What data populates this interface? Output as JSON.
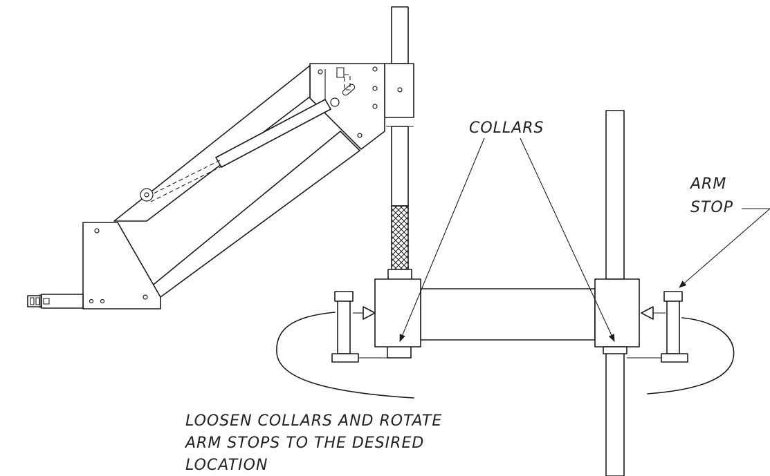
{
  "labels": {
    "collars": "COLLARS",
    "arm_stop_line1": "ARM",
    "arm_stop_line2": "STOP"
  },
  "instruction": {
    "line1": "LOOSEN COLLARS AND ROTATE",
    "line2": "ARM STOPS TO THE DESIRED",
    "line3": "LOCATION"
  },
  "colors": {
    "line": "#1a1a1a",
    "background": "#ffffff"
  }
}
